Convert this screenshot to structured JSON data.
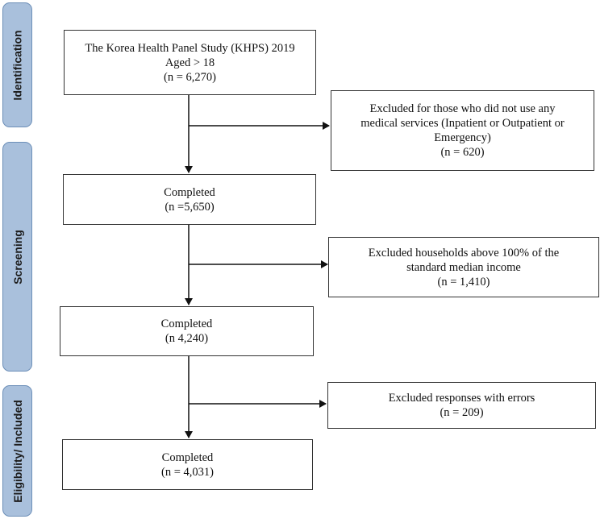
{
  "phases": {
    "identification": "Identification",
    "screening": "Screening",
    "eligibility": "Eligibility/ Included"
  },
  "boxes": {
    "source": {
      "lines": [
        "The Korea Health Panel Study (KHPS) 2019",
        "Aged > 18",
        "(n = 6,270)"
      ]
    },
    "excluded_no_services": {
      "lines": [
        "Excluded for those who did not use any",
        "medical services (Inpatient or Outpatient or",
        "Emergency)",
        "(n = 620)"
      ]
    },
    "completed_1": {
      "lines": [
        "Completed",
        "(n =5,650)"
      ]
    },
    "excluded_income": {
      "lines": [
        "Excluded households above 100% of the",
        "standard median income",
        "(n = 1,410)"
      ]
    },
    "completed_2": {
      "lines": [
        "Completed",
        "(n 4,240)"
      ]
    },
    "excluded_errors": {
      "lines": [
        "Excluded responses with errors",
        "(n = 209)"
      ]
    },
    "completed_3": {
      "lines": [
        "Completed",
        "(n = 4,031)"
      ]
    }
  }
}
